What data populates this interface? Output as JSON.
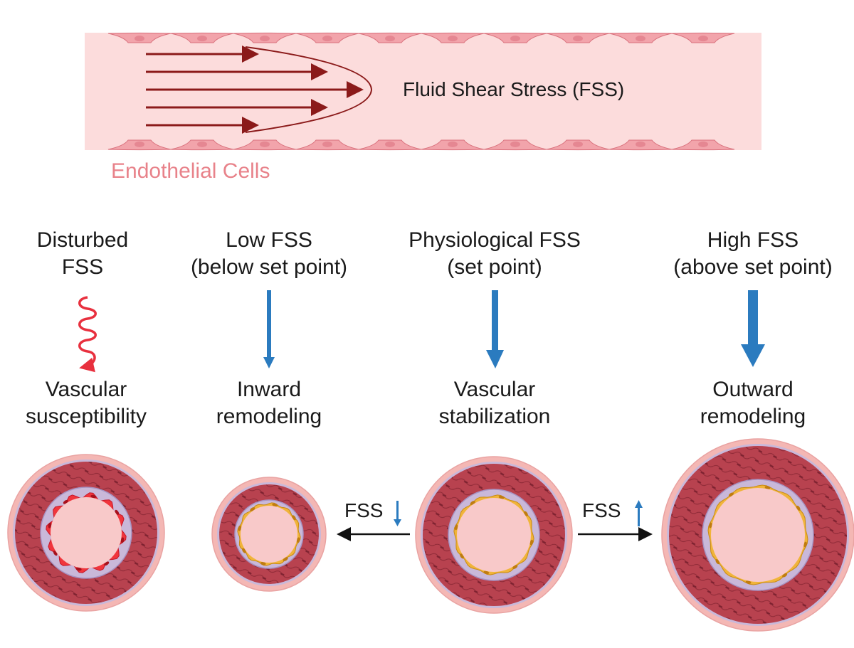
{
  "vessel": {
    "title": "Fluid Shear Stress (FSS)",
    "cells_label": "Endothelial Cells"
  },
  "conditions": [
    {
      "id": "disturbed",
      "line1": "Disturbed",
      "line2": "FSS",
      "outcome1": "Vascular",
      "outcome2": "susceptibility"
    },
    {
      "id": "low",
      "line1": "Low FSS",
      "line2": "(below set point)",
      "outcome1": "Inward",
      "outcome2": "remodeling"
    },
    {
      "id": "physio",
      "line1": "Physiological FSS",
      "line2": "(set point)",
      "outcome1": "Vascular",
      "outcome2": "stabilization"
    },
    {
      "id": "high",
      "line1": "High FSS",
      "line2": "(above set point)",
      "outcome1": "Outward",
      "outcome2": "remodeling"
    }
  ],
  "transitions": {
    "decrease_label": "FSS",
    "increase_label": "FSS"
  },
  "colors": {
    "vessel_bg": "#fcdcdc",
    "endothelial_cell": "#f2a4ab",
    "cells_label_color": "#e8828a",
    "flow_arrow": "#8b1a1a",
    "disturbed_arrow": "#e8303e",
    "fss_arrow": "#2b7bbf",
    "media": "#b8424f",
    "lumen": "#f8c9c9",
    "elastic_lamina": "#c9b8d9",
    "ec_normal": "#f0b43a",
    "ec_disturbed": "#f0353c"
  },
  "icons": {
    "disturbed_flow": "spiral-arrow-icon",
    "set_point_arrow": "down-arrow-icon",
    "fss_down": "small-down-arrow-icon",
    "fss_up": "small-up-arrow-icon"
  }
}
